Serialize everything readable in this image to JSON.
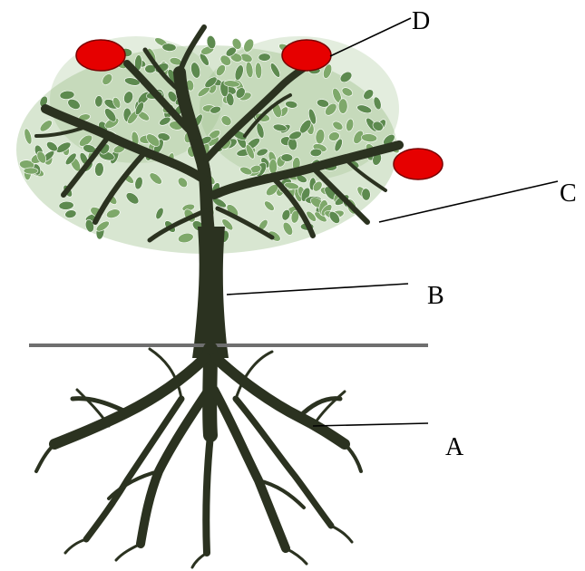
{
  "labels": {
    "a": "A",
    "b": "B",
    "c": "C",
    "d": "D"
  },
  "colors": {
    "background": "#ffffff",
    "foliage_light": "#7ea86a",
    "foliage_dark": "#5d8a4f",
    "trunk": "#2b3220",
    "ground_line": "#6f6f6f",
    "fruit": "#e60000",
    "fruit_outline": "#7a0000",
    "leader_line": "#000000"
  },
  "fruit_count": 3
}
